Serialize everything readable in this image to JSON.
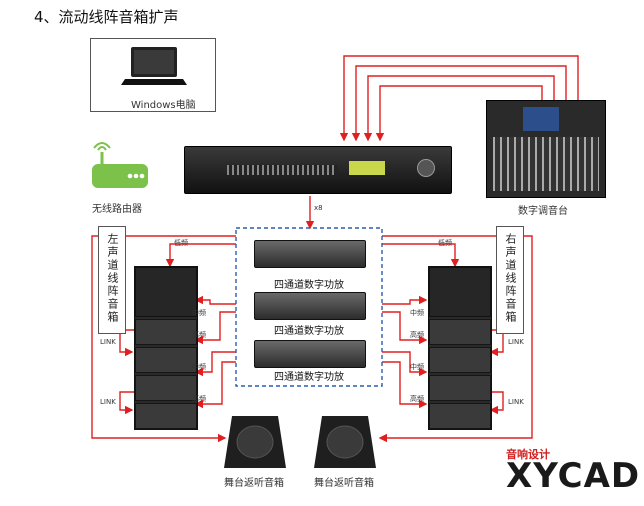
{
  "title": "4、流动线阵音箱扩声",
  "laptop_label": "Windows电脑",
  "router_label": "无线路由器",
  "mixer_label": "数字调音台",
  "left_array_label": "左声道线阵音箱",
  "right_array_label": "右声道线阵音箱",
  "amp_labels": [
    "四通道数字功放",
    "四通道数字功放",
    "四通道数字功放"
  ],
  "low_label": "低频",
  "mid_label": "中频",
  "high_label": "高频",
  "link_label": "LINK",
  "processor_tag": "x8",
  "monitor_labels": [
    "舞台返听音箱",
    "舞台返听音箱"
  ],
  "logo": {
    "top": "音响设计",
    "main": "XYCAD"
  },
  "colors": {
    "signal": "#e02020",
    "dashed": "#2a5fb0",
    "router": "#7cc24a"
  }
}
